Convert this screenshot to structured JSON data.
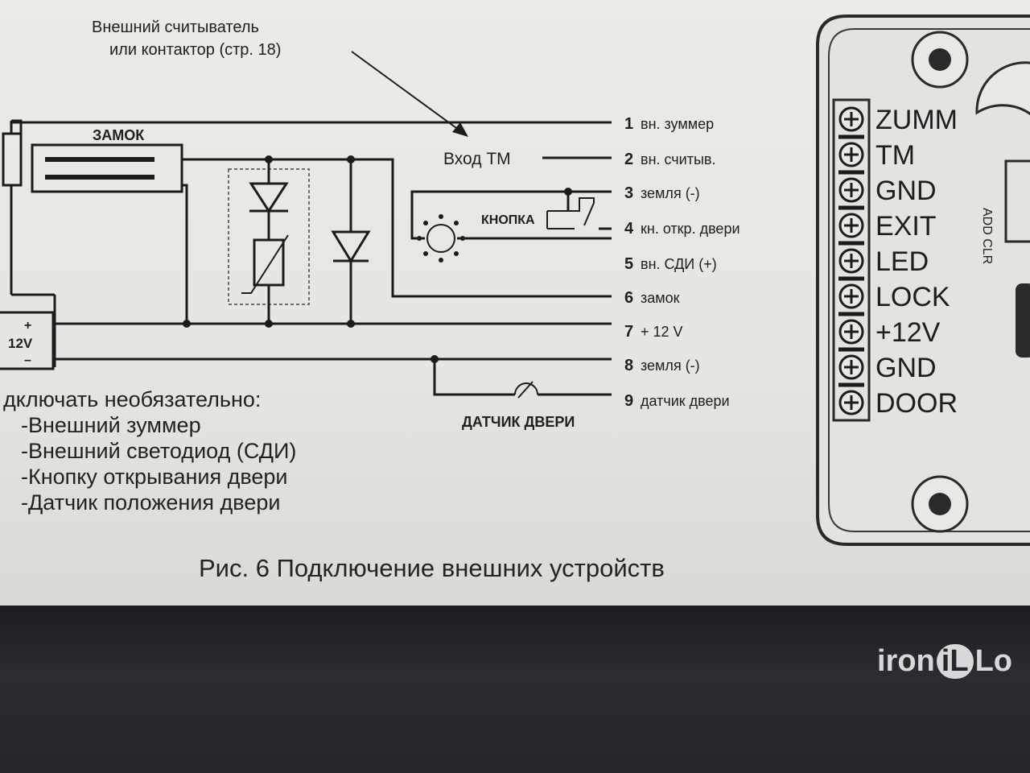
{
  "callout": {
    "line1": "Внешний считыватель",
    "line2": "или контактор (стр. 18)"
  },
  "labels": {
    "lock": "ЗАМОК",
    "tm_input": "Вход ТМ",
    "button": "КНОПКА",
    "door_sensor": "ДАТЧИК ДВЕРИ",
    "psu_plus": "+",
    "psu_voltage": "12V",
    "psu_minus": "–"
  },
  "pins": [
    {
      "num": "1",
      "label": "вн. зуммер"
    },
    {
      "num": "2",
      "label": "вн. считыв."
    },
    {
      "num": "3",
      "label": "земля (-)"
    },
    {
      "num": "4",
      "label": "кн. откр. двери"
    },
    {
      "num": "5",
      "label": "вн. СДИ (+)"
    },
    {
      "num": "6",
      "label": "замок"
    },
    {
      "num": "7",
      "label": "+ 12 V"
    },
    {
      "num": "8",
      "label": "земля (-)"
    },
    {
      "num": "9",
      "label": "датчик двери"
    }
  ],
  "terminals": [
    "ZUMM",
    "TM",
    "GND",
    "EXIT",
    "LED",
    "LOCK",
    "+12V",
    "GND",
    "DOOR"
  ],
  "board_side_label": "ADD CLR",
  "notes": {
    "heading": "дключать необязательно:",
    "items": [
      "-Внешний зуммер",
      "-Внешний светодиод (СДИ)",
      "-Кнопку открывания двери",
      "-Датчик положения двери"
    ]
  },
  "caption": "Рис. 6 Подключение внешних устройств",
  "brand": {
    "prefix": "iron",
    "logo": "iL",
    "suffix": "Lo"
  },
  "colors": {
    "paper": "#e9e8e4",
    "ink": "#1c1c1c",
    "cover": "#2a2c31"
  }
}
